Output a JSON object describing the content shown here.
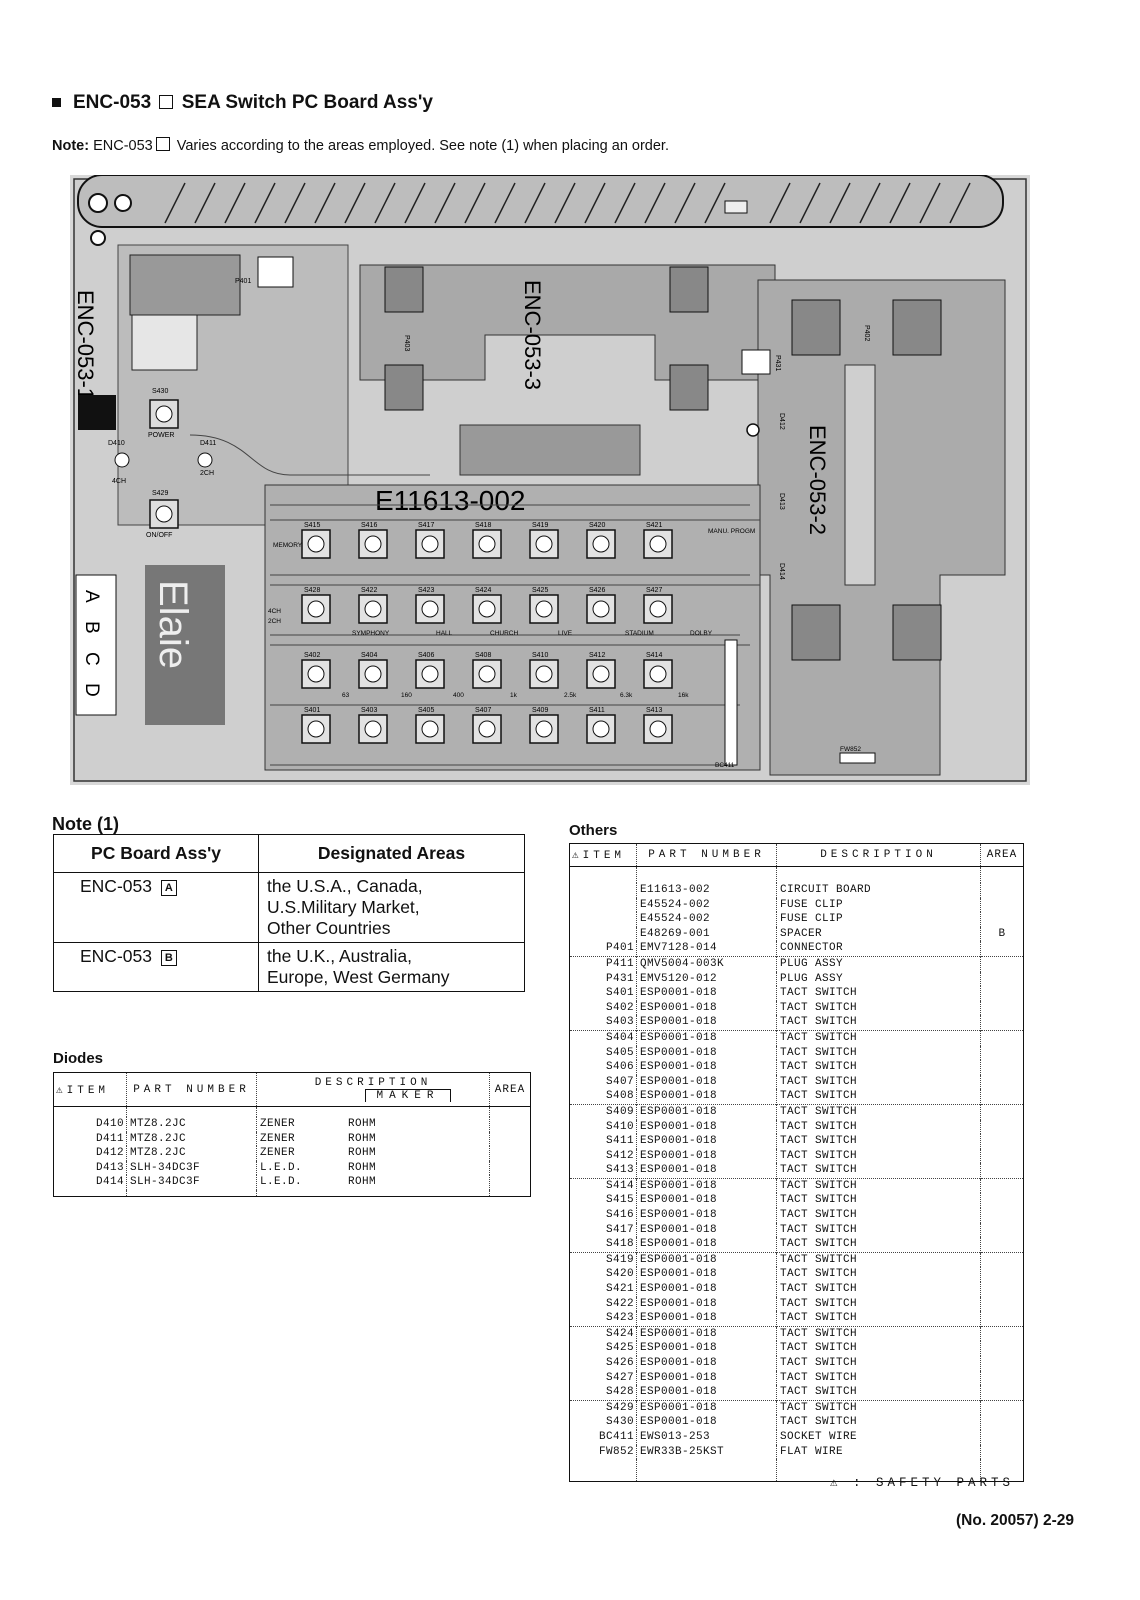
{
  "header": {
    "title_pre": "ENC-053",
    "title_post": "SEA Switch PC Board Ass'y",
    "note_label": "Note:",
    "note_pre": "ENC-053",
    "note_post": "Varies according to the areas employed.  See note (1) when placing an order."
  },
  "board": {
    "part_no": "E11613-002",
    "sub1": "ENC-053-1",
    "sub2": "ENC-053-2",
    "sub3": "ENC-053-3",
    "abcd": [
      "A",
      "B",
      "C",
      "D"
    ],
    "elaie": "Elaie",
    "labels": {
      "power": "POWER",
      "onoff": "ON/OFF",
      "s430": "S430",
      "s429": "S429",
      "d410": "D410",
      "d411": "D411",
      "ch4": "4CH",
      "ch2": "2CH",
      "mem": "MEMORY",
      "manu": "MANU. PROGM",
      "sym": "SYMPHONY",
      "hall": "HALL",
      "church": "CHURCH",
      "live": "LIVE",
      "stadium": "STADIUM",
      "dolby": "DOLBY",
      "f63": "63",
      "f160": "160",
      "f400": "400",
      "f1k": "1k",
      "f25k": "2.5k",
      "f63k": "6.3k",
      "f16k": "16k",
      "p401": "P401",
      "p402": "P402",
      "p403": "P403",
      "p431": "P431",
      "bc411": "BC411",
      "fw852": "FW852",
      "d412": "D412",
      "d413": "D413",
      "d414": "D414"
    },
    "switches_row1": [
      "S415",
      "S416",
      "S417",
      "S418",
      "S419",
      "S420",
      "S421"
    ],
    "switches_row2": [
      "S428",
      "S422",
      "S423",
      "S424",
      "S425",
      "S426",
      "S427"
    ],
    "switches_row3": [
      "S402",
      "S404",
      "S406",
      "S408",
      "S410",
      "S412",
      "S414"
    ],
    "switches_row4": [
      "S401",
      "S403",
      "S405",
      "S407",
      "S409",
      "S411",
      "S413"
    ]
  },
  "note1": {
    "title": "Note (1)",
    "col1": "PC Board Ass'y",
    "col2": "Designated Areas",
    "rows": [
      {
        "board": "ENC-053",
        "code": "A",
        "areas": [
          "the U.S.A., Canada,",
          "U.S.Military Market,",
          "Other Countries"
        ]
      },
      {
        "board": "ENC-053",
        "code": "B",
        "areas": [
          "the U.K., Australia,",
          "Europe, West Germany"
        ]
      }
    ]
  },
  "diodes": {
    "title": "Diodes",
    "h_item": "ITEM",
    "h_part": "PART NUMBER",
    "h_desc": "DESCRIPTION",
    "h_area": "AREA",
    "h_maker": "MAKER",
    "safety_mark": "⚠",
    "rows": [
      {
        "item": "D410",
        "part": "MTZ8.2JC",
        "desc": "ZENER",
        "maker": "ROHM"
      },
      {
        "item": "D411",
        "part": "MTZ8.2JC",
        "desc": "ZENER",
        "maker": "ROHM"
      },
      {
        "item": "D412",
        "part": "MTZ8.2JC",
        "desc": "ZENER",
        "maker": "ROHM"
      },
      {
        "item": "D413",
        "part": "SLH-34DC3F",
        "desc": "L.E.D.",
        "maker": "ROHM"
      },
      {
        "item": "D414",
        "part": "SLH-34DC3F",
        "desc": "L.E.D.",
        "maker": "ROHM"
      }
    ]
  },
  "others": {
    "title": "Others",
    "h_item": "ITEM",
    "h_part": "PART NUMBER",
    "h_desc": "DESCRIPTION",
    "h_area": "AREA",
    "safety_mark": "⚠",
    "rows": [
      {
        "item": "",
        "part": "E11613-002",
        "desc": "CIRCUIT BOARD",
        "area": ""
      },
      {
        "item": "",
        "part": "E45524-002",
        "desc": "FUSE CLIP",
        "area": ""
      },
      {
        "item": "",
        "part": "E45524-002",
        "desc": "FUSE CLIP",
        "area": ""
      },
      {
        "item": "",
        "part": "E48269-001",
        "desc": "SPACER",
        "area": "B"
      },
      {
        "item": "P401",
        "part": "EMV7128-014",
        "desc": "CONNECTOR",
        "area": ""
      },
      {
        "item": "P411",
        "part": "QMV5004-003K",
        "desc": "PLUG ASSY",
        "area": ""
      },
      {
        "item": "P431",
        "part": "EMV5120-012",
        "desc": "PLUG ASSY",
        "area": ""
      },
      {
        "item": "S401",
        "part": "ESP0001-018",
        "desc": "TACT SWITCH",
        "area": ""
      },
      {
        "item": "S402",
        "part": "ESP0001-018",
        "desc": "TACT SWITCH",
        "area": ""
      },
      {
        "item": "S403",
        "part": "ESP0001-018",
        "desc": "TACT SWITCH",
        "area": ""
      },
      {
        "item": "S404",
        "part": "ESP0001-018",
        "desc": "TACT SWITCH",
        "area": ""
      },
      {
        "item": "S405",
        "part": "ESP0001-018",
        "desc": "TACT SWITCH",
        "area": ""
      },
      {
        "item": "S406",
        "part": "ESP0001-018",
        "desc": "TACT SWITCH",
        "area": ""
      },
      {
        "item": "S407",
        "part": "ESP0001-018",
        "desc": "TACT SWITCH",
        "area": ""
      },
      {
        "item": "S408",
        "part": "ESP0001-018",
        "desc": "TACT SWITCH",
        "area": ""
      },
      {
        "item": "S409",
        "part": "ESP0001-018",
        "desc": "TACT SWITCH",
        "area": ""
      },
      {
        "item": "S410",
        "part": "ESP0001-018",
        "desc": "TACT SWITCH",
        "area": ""
      },
      {
        "item": "S411",
        "part": "ESP0001-018",
        "desc": "TACT SWITCH",
        "area": ""
      },
      {
        "item": "S412",
        "part": "ESP0001-018",
        "desc": "TACT SWITCH",
        "area": ""
      },
      {
        "item": "S413",
        "part": "ESP0001-018",
        "desc": "TACT SWITCH",
        "area": ""
      },
      {
        "item": "S414",
        "part": "ESP0001-018",
        "desc": "TACT SWITCH",
        "area": ""
      },
      {
        "item": "S415",
        "part": "ESP0001-018",
        "desc": "TACT SWITCH",
        "area": ""
      },
      {
        "item": "S416",
        "part": "ESP0001-018",
        "desc": "TACT SWITCH",
        "area": ""
      },
      {
        "item": "S417",
        "part": "ESP0001-018",
        "desc": "TACT SWITCH",
        "area": ""
      },
      {
        "item": "S418",
        "part": "ESP0001-018",
        "desc": "TACT SWITCH",
        "area": ""
      },
      {
        "item": "S419",
        "part": "ESP0001-018",
        "desc": "TACT SWITCH",
        "area": ""
      },
      {
        "item": "S420",
        "part": "ESP0001-018",
        "desc": "TACT SWITCH",
        "area": ""
      },
      {
        "item": "S421",
        "part": "ESP0001-018",
        "desc": "TACT SWITCH",
        "area": ""
      },
      {
        "item": "S422",
        "part": "ESP0001-018",
        "desc": "TACT SWITCH",
        "area": ""
      },
      {
        "item": "S423",
        "part": "ESP0001-018",
        "desc": "TACT SWITCH",
        "area": ""
      },
      {
        "item": "S424",
        "part": "ESP0001-018",
        "desc": "TACT SWITCH",
        "area": ""
      },
      {
        "item": "S425",
        "part": "ESP0001-018",
        "desc": "TACT SWITCH",
        "area": ""
      },
      {
        "item": "S426",
        "part": "ESP0001-018",
        "desc": "TACT SWITCH",
        "area": ""
      },
      {
        "item": "S427",
        "part": "ESP0001-018",
        "desc": "TACT SWITCH",
        "area": ""
      },
      {
        "item": "S428",
        "part": "ESP0001-018",
        "desc": "TACT SWITCH",
        "area": ""
      },
      {
        "item": "S429",
        "part": "ESP0001-018",
        "desc": "TACT SWITCH",
        "area": ""
      },
      {
        "item": "S430",
        "part": "ESP0001-018",
        "desc": "TACT SWITCH",
        "area": ""
      },
      {
        "item": "BC411",
        "part": "EWS013-253",
        "desc": "SOCKET WIRE",
        "area": ""
      },
      {
        "item": "FW852",
        "part": "EWR33B-25KST",
        "desc": "FLAT WIRE",
        "area": ""
      }
    ]
  },
  "footer": {
    "safety": "⚠ : SAFETY PARTS",
    "page": "(No. 20057) 2-29"
  }
}
